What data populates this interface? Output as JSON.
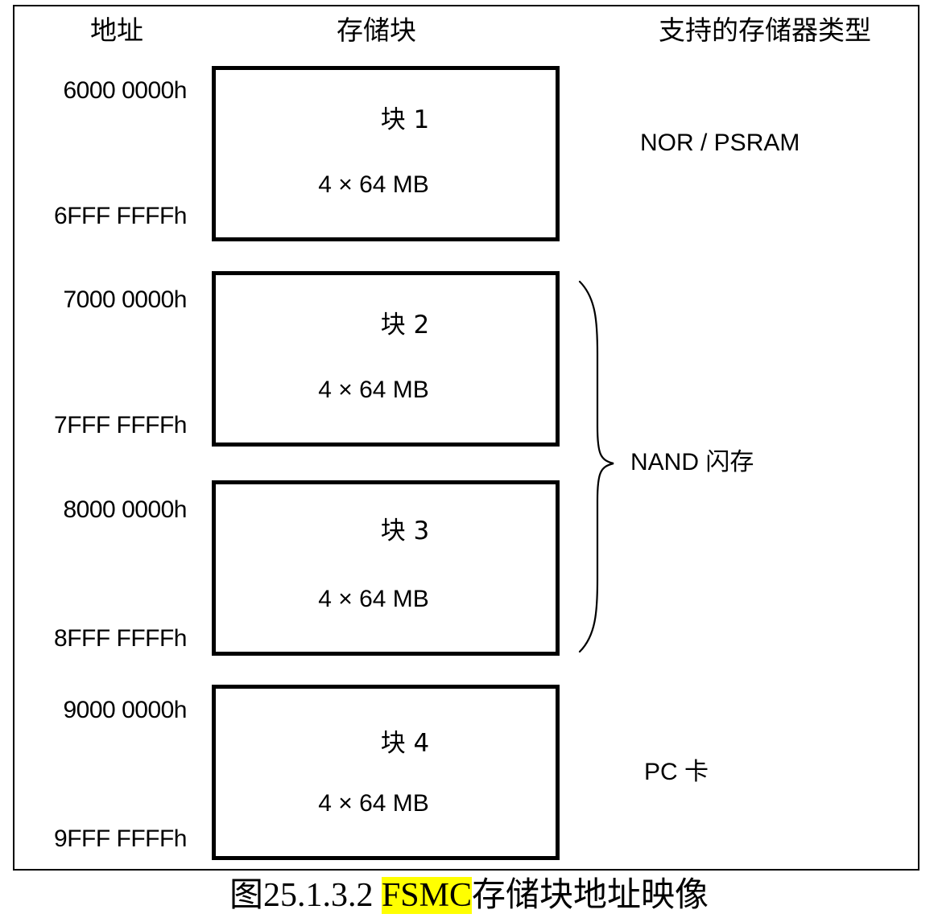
{
  "headers": {
    "address": "地址",
    "block": "存储块",
    "types": "支持的存储器类型"
  },
  "blocks": [
    {
      "name": "块 1",
      "size": "4 × 64 MB",
      "start_address": "6000 0000h",
      "end_address": "6FFF FFFFh"
    },
    {
      "name": "块 2",
      "size": "4 × 64 MB",
      "start_address": "7000 0000h",
      "end_address": "7FFF FFFFh"
    },
    {
      "name": "块 3",
      "size": "4 × 64 MB",
      "start_address": "8000 0000h",
      "end_address": "8FFF FFFFh"
    },
    {
      "name": "块 4",
      "size": "4 × 64 MB",
      "start_address": "9000 0000h",
      "end_address": "9FFF FFFFh"
    }
  ],
  "memory_types": {
    "block1": "NOR /  PSRAM",
    "block2_3": "NAND 闪存",
    "block4": "PC 卡"
  },
  "caption": {
    "prefix": "图25.1.3.2 ",
    "highlight": "FSMC",
    "suffix": "存储块地址映像",
    "highlight_color": "#ffff00"
  }
}
